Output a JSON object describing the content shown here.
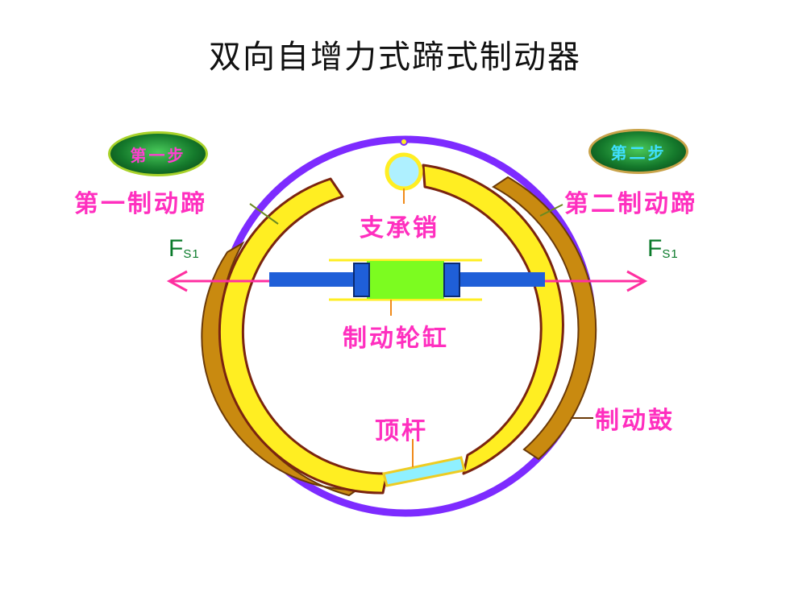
{
  "title": "双向自增力式蹄式制动器",
  "steps": {
    "one": "第一步",
    "two": "第二步"
  },
  "labels": {
    "shoe_one": "第一制动蹄",
    "shoe_two": "第二制动蹄",
    "pin": "支承销",
    "cylinder": "制动轮缸",
    "rod": "顶杆",
    "drum": "制动鼓"
  },
  "force": {
    "symbol": "F",
    "subscript": "S1"
  },
  "colors": {
    "drum": "#7d2bff",
    "shoe": "#ffee22",
    "lining": "#c98a10",
    "cylinder": "#7cfc20",
    "piston_rod": "#1f5fd8",
    "pin": "#aef0ff",
    "rod": "#8ff0ff",
    "arrow": "#ff2fa0",
    "label": "#ff2fbf"
  }
}
